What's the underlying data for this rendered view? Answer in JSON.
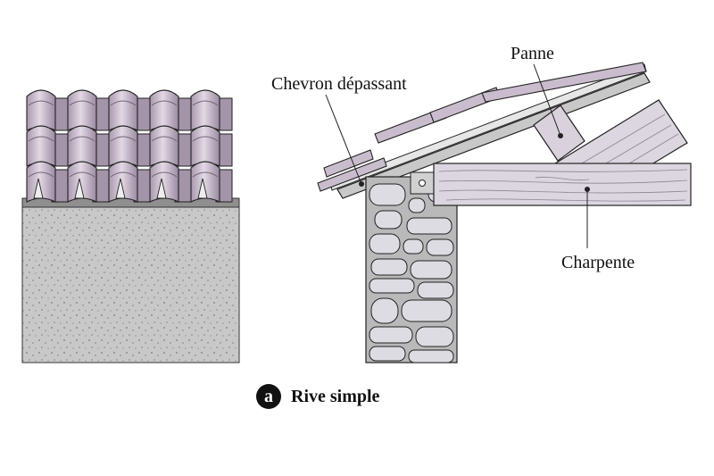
{
  "labels": {
    "chevron": "Chevron dépassant",
    "panne": "Panne",
    "charpente": "Charpente"
  },
  "caption": {
    "badge": "a",
    "title": "Rive simple"
  },
  "colors": {
    "tile": "#c9bdcd",
    "tile_shadow": "#9f8fa6",
    "tile_highlight": "#e4dbe6",
    "plaster": "#c8c8c8",
    "timber": "#dcd6e0",
    "stone": "#d8d8de",
    "mortar": "#b9b9b9",
    "ink": "#222222"
  }
}
